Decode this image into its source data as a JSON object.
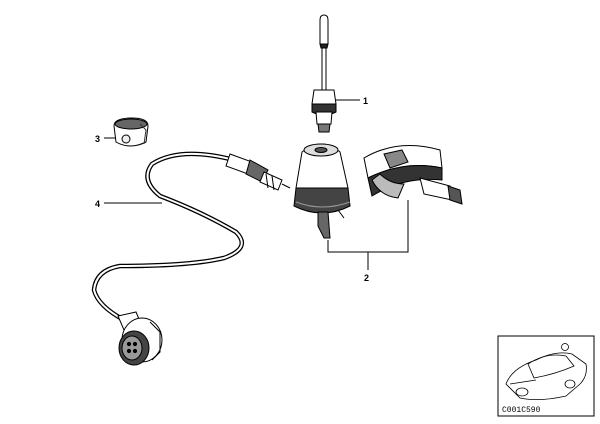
{
  "callouts": {
    "antenna_rod": "1",
    "antenna_base_and_mount": "2",
    "cap": "3",
    "antenna_cable": "4"
  },
  "thumbnail": {
    "code": "C001C590"
  }
}
